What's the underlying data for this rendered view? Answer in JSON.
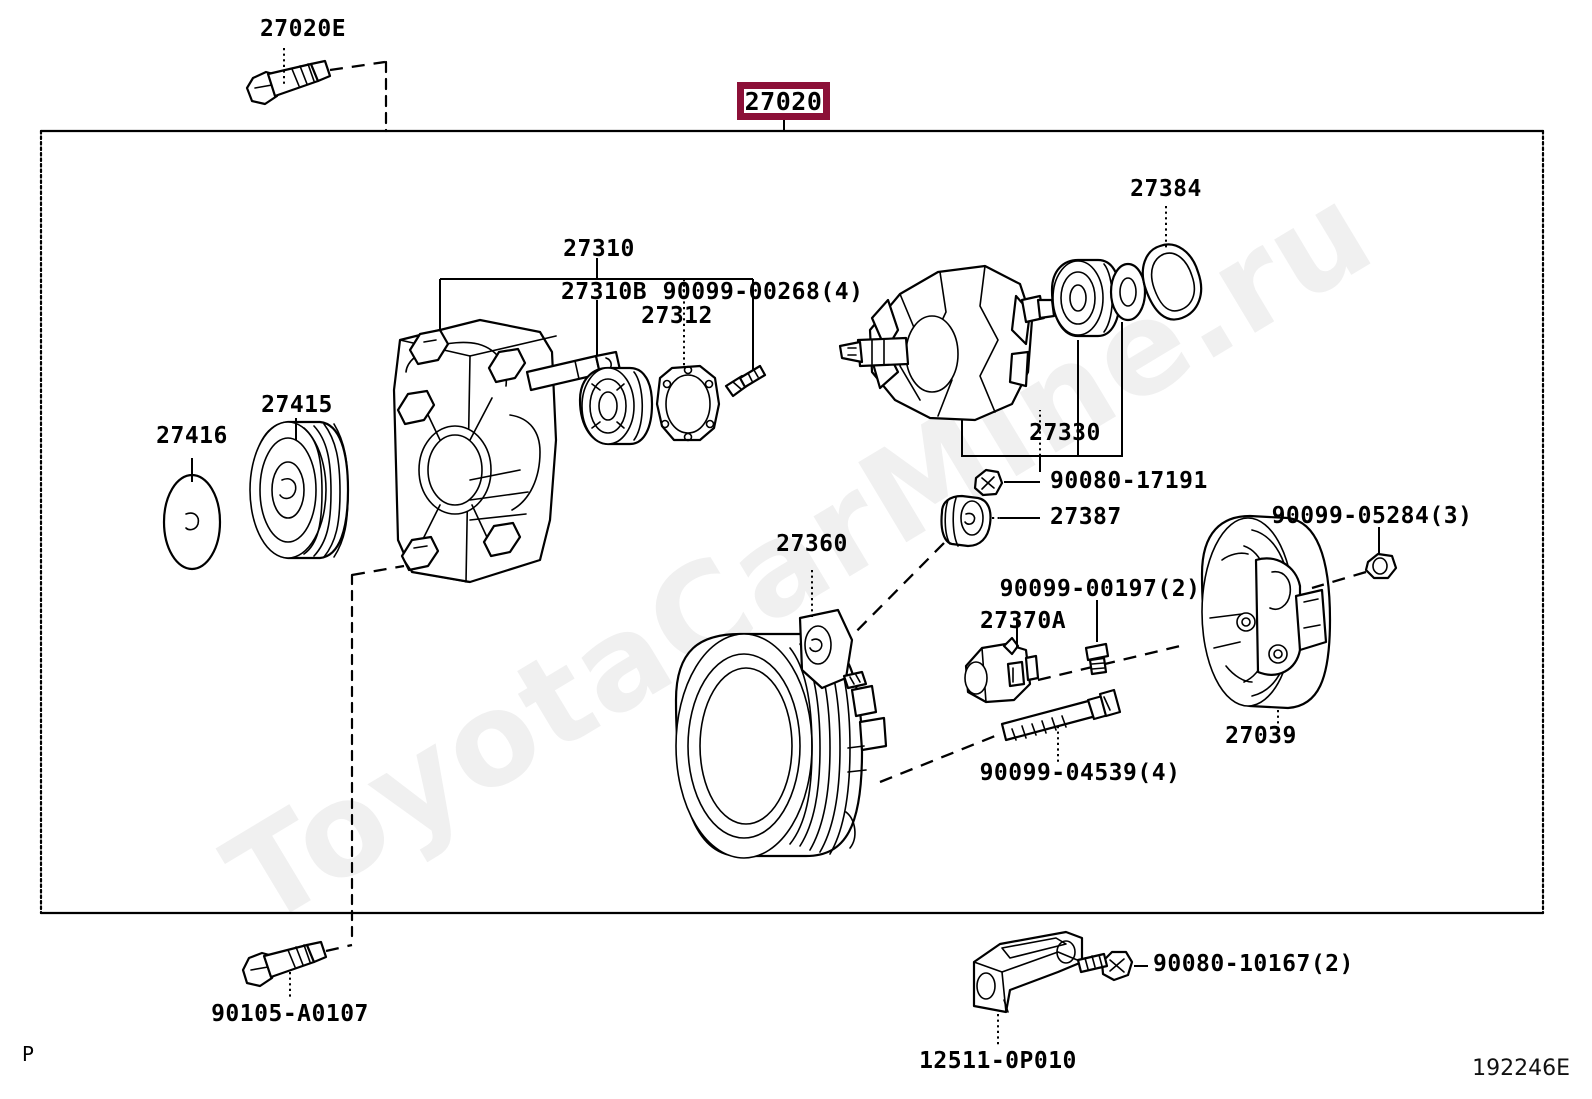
{
  "diagram": {
    "title_code": "27020",
    "sheet_id": "192246E",
    "page_marker": "P",
    "watermark": "ToyotaCarMine.ru",
    "accent_color": "#8C1038"
  },
  "labels": {
    "top_bolt": "27020E",
    "assembly": "27020",
    "frame_group": "27310",
    "frame_drive_end": "27310B",
    "bearing_retainer": "27312",
    "retainer_screws": "90099-00268(4)",
    "rotor_group": "27330",
    "slip_ring_cover_seal": "27384",
    "pulley_nut_cap": "27416",
    "pulley": "27415",
    "stator": "27360",
    "terminal_nut": "90080-17191",
    "terminal_insulator": "27387",
    "regulator": "27370A",
    "regulator_screws": "90099-00197(2)",
    "rear_end_cover": "27039",
    "cover_nuts": "90099-05284(3)",
    "through_bolts": "90099-04539(4)",
    "lower_bolt": "90105-A0107",
    "bracket": "12511-0P010",
    "bracket_bolts": "90080-10167(2)"
  }
}
